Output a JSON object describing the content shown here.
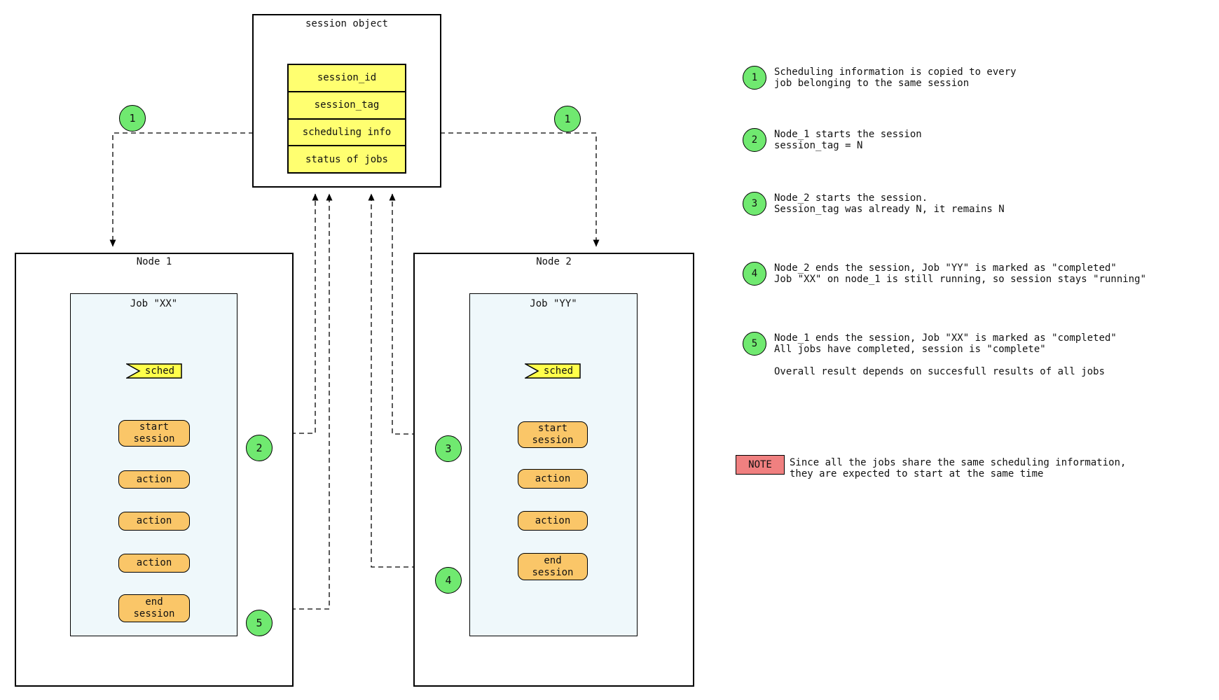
{
  "session_object": {
    "title": "session object",
    "rows": [
      "session_id",
      "session_tag",
      "scheduling info",
      "status of jobs"
    ]
  },
  "nodes": [
    {
      "title": "Node 1",
      "job_title": "Job \"XX\"",
      "sched_label": "sched",
      "steps": [
        "start\nsession",
        "action",
        "action",
        "action",
        "end\nsession"
      ]
    },
    {
      "title": "Node 2",
      "job_title": "Job \"YY\"",
      "sched_label": "sched",
      "steps": [
        "start\nsession",
        "action",
        "action",
        "end\nsession"
      ]
    }
  ],
  "badges": {
    "n1_left": "1",
    "n1_right": "1",
    "n2": "2",
    "n3": "3",
    "n4": "4",
    "n5": "5"
  },
  "legend": {
    "items": [
      {
        "num": "1",
        "lines": [
          "Scheduling information is copied to every",
          "job belonging to the same session"
        ]
      },
      {
        "num": "2",
        "lines": [
          "Node_1 starts the session",
          "session_tag = N"
        ]
      },
      {
        "num": "3",
        "lines": [
          "Node_2 starts the session.",
          "Session_tag was already N, it remains N"
        ]
      },
      {
        "num": "4",
        "lines": [
          "Node_2 ends the session, Job \"YY\" is marked as \"completed\"",
          "Job \"XX\" on node_1 is still running, so session stays \"running\""
        ]
      },
      {
        "num": "5",
        "lines": [
          "Node_1 ends the session, Job \"XX\" is marked as \"completed\"",
          "All jobs have completed, session is \"complete\""
        ]
      }
    ],
    "footnote": "Overall result depends on succesfull results of all jobs"
  },
  "note": {
    "label": "NOTE",
    "lines": [
      "Since all the jobs share the same scheduling information,",
      "they are expected to start at the same time"
    ]
  },
  "colors": {
    "table_yellow": "#FFFF70",
    "flag_yellow": "#FFFF4A",
    "step_orange": "#FAC668",
    "circle_green": "#70E970",
    "note_coral": "#F08080",
    "job_background": "#EFF8FB"
  }
}
